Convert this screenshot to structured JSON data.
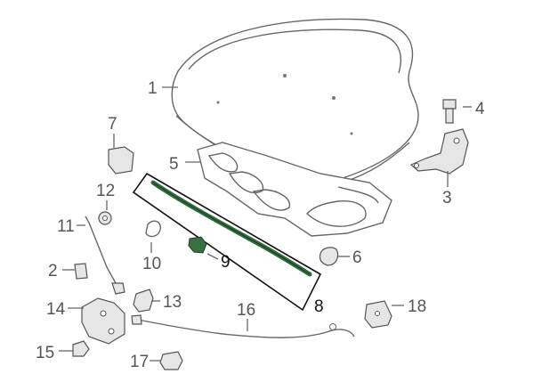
{
  "callouts": [
    {
      "id": "p1",
      "label": "1"
    },
    {
      "id": "p2",
      "label": "2"
    },
    {
      "id": "p3",
      "label": "3"
    },
    {
      "id": "p4",
      "label": "4"
    },
    {
      "id": "p5",
      "label": "5"
    },
    {
      "id": "p6",
      "label": "6"
    },
    {
      "id": "p7",
      "label": "7"
    },
    {
      "id": "p8",
      "label": "8"
    },
    {
      "id": "p9",
      "label": "9"
    },
    {
      "id": "p10",
      "label": "10"
    },
    {
      "id": "p11",
      "label": "11"
    },
    {
      "id": "p12",
      "label": "12"
    },
    {
      "id": "p13",
      "label": "13"
    },
    {
      "id": "p14",
      "label": "14"
    },
    {
      "id": "p15",
      "label": "15"
    },
    {
      "id": "p16",
      "label": "16"
    },
    {
      "id": "p17",
      "label": "17"
    },
    {
      "id": "p18",
      "label": "18"
    }
  ],
  "colors": {
    "line": "#666666",
    "highlight_seal": "#2f6b3a",
    "highlight_box": "#111111"
  }
}
